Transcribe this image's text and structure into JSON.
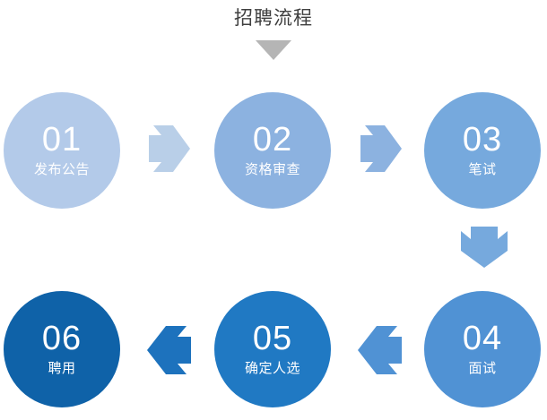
{
  "chart_data": {
    "type": "diagram",
    "title": "招聘流程",
    "subtype": "process-flow-serpentine",
    "steps": [
      {
        "number": "01",
        "label": "发布公告",
        "color": "#b3cae9"
      },
      {
        "number": "02",
        "label": "资格审查",
        "color": "#8cb2e0"
      },
      {
        "number": "03",
        "label": "笔试",
        "color": "#76a9dd"
      },
      {
        "number": "04",
        "label": "面试",
        "color": "#5092d4"
      },
      {
        "number": "05",
        "label": "确定人选",
        "color": "#2079c3"
      },
      {
        "number": "06",
        "label": "聘用",
        "color": "#0f62a8"
      }
    ],
    "connectors": [
      {
        "from": "01",
        "to": "02",
        "direction": "right",
        "color": "#b9cfe8"
      },
      {
        "from": "02",
        "to": "03",
        "direction": "right",
        "color": "#8cb2e0"
      },
      {
        "from": "03",
        "to": "04",
        "direction": "down",
        "color": "#76a9dd"
      },
      {
        "from": "04",
        "to": "05",
        "direction": "left",
        "color": "#5092d4"
      },
      {
        "from": "05",
        "to": "06",
        "direction": "left",
        "color": "#1d72bd"
      }
    ]
  },
  "header": {
    "title": "招聘流程",
    "arrow_icon": "triangle-down-icon",
    "arrow_color": "#b5b5b5"
  },
  "nodes": [
    {
      "number": "01",
      "label": "发布公告"
    },
    {
      "number": "02",
      "label": "资格审查"
    },
    {
      "number": "03",
      "label": "笔试"
    },
    {
      "number": "04",
      "label": "面试"
    },
    {
      "number": "05",
      "label": "确定人选"
    },
    {
      "number": "06",
      "label": "聘用"
    }
  ]
}
